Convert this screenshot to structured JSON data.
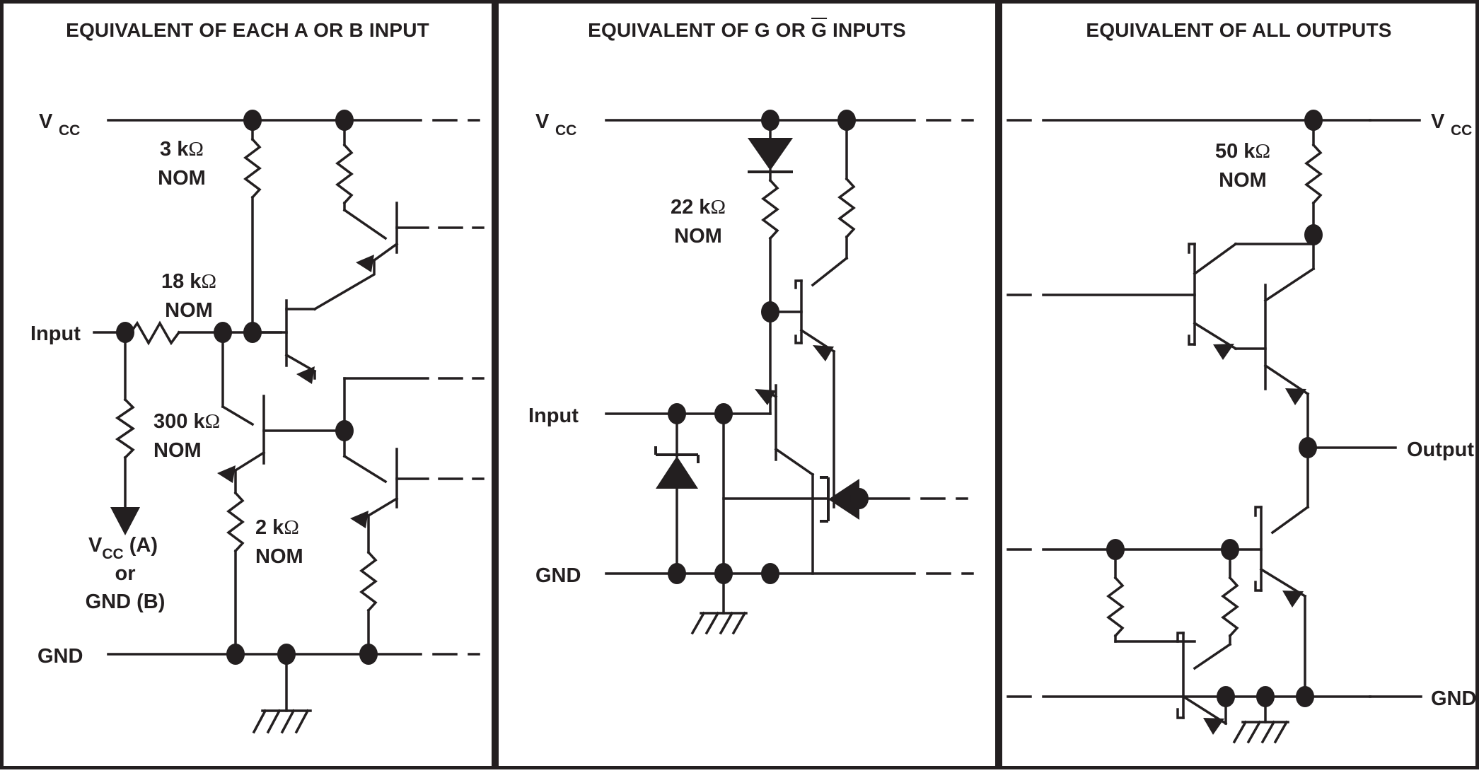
{
  "figure": {
    "background": "#ffffff",
    "ink": "#231f20",
    "panel_count": 3
  },
  "panels": [
    {
      "id": "equivalent-of-each-a-or-b-input",
      "title": "EQUIVALENT OF EACH A OR B INPUT",
      "rails": {
        "top": "V",
        "top_sub": "CC",
        "bottom": "GND"
      },
      "port": "Input",
      "resistors": [
        {
          "value": "3 kΩ",
          "tolerance": "NOM"
        },
        {
          "value": "18 kΩ",
          "tolerance": "NOM"
        },
        {
          "value": "300 kΩ",
          "tolerance": "NOM"
        },
        {
          "value": "2 kΩ",
          "tolerance": "NOM"
        }
      ],
      "notes": {
        "arrow_target_line1": "V",
        "arrow_target_line1_sub": "CC",
        "arrow_target_line1_suffix": " (A)",
        "arrow_target_line2": "or",
        "arrow_target_line3": "GND (B)"
      }
    },
    {
      "id": "equivalent-of-g-or-gbar-inputs",
      "title_pre": "EQUIVALENT OF G OR ",
      "title_overbar": "G",
      "title_post": " INPUTS",
      "title": "EQUIVALENT OF G OR G̅ INPUTS",
      "rails": {
        "top": "V",
        "top_sub": "CC",
        "bottom": "GND"
      },
      "port": "Input",
      "resistors": [
        {
          "value": "22 kΩ",
          "tolerance": "NOM"
        }
      ]
    },
    {
      "id": "equivalent-of-all-outputs",
      "title": "EQUIVALENT OF ALL OUTPUTS",
      "rails": {
        "top": "V",
        "top_sub": "CC",
        "bottom": "GND"
      },
      "port": "Output",
      "resistors": [
        {
          "value": "50 kΩ",
          "tolerance": "NOM"
        }
      ]
    }
  ]
}
